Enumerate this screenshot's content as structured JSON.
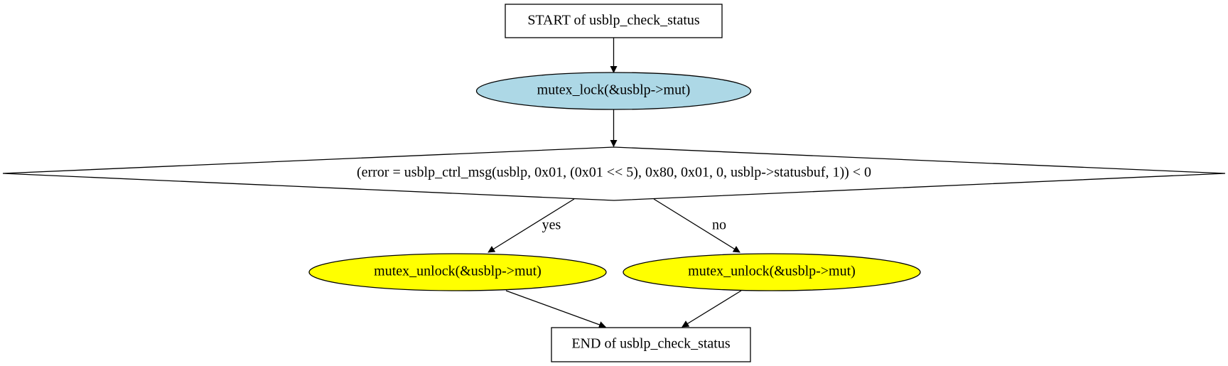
{
  "nodes": {
    "start": {
      "label": "START of usblp_check_status"
    },
    "lock": {
      "label": "mutex_lock(&usblp->mut)",
      "fill": "#add8e6"
    },
    "decision": {
      "label": "(error = usblp_ctrl_msg(usblp, 0x01, (0x01 << 5), 0x80, 0x01, 0, usblp->statusbuf, 1)) < 0"
    },
    "unlock_yes": {
      "label": "mutex_unlock(&usblp->mut)",
      "fill": "#ffff00"
    },
    "unlock_no": {
      "label": "mutex_unlock(&usblp->mut)",
      "fill": "#ffff00"
    },
    "end": {
      "label": "END of usblp_check_status"
    }
  },
  "edges": {
    "yes_label": "yes",
    "no_label": "no"
  },
  "colors": {
    "stroke": "#000000",
    "background": "#ffffff"
  }
}
